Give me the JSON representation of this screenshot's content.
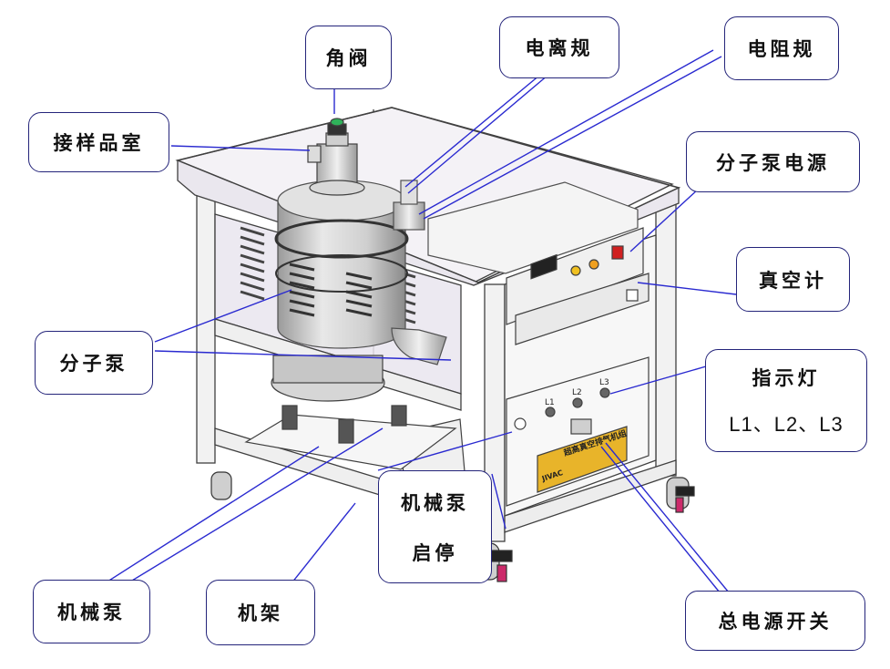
{
  "labels": {
    "angle_valve": "角阀",
    "ion_gauge": "电离规",
    "resistance_gauge": "电阻规",
    "sample_chamber": "接样品室",
    "turbo_power": "分子泵电源",
    "vacuum_gauge": "真空计",
    "turbo_pump": "分子泵",
    "indicator": "指示灯",
    "indicator_ids": "L1、L2、L3",
    "mech_pump_switch": "机械泵",
    "mech_pump_switch_2": "启停",
    "mech_pump": "机械泵",
    "frame": "机架",
    "main_power": "总电源开关"
  },
  "machine": {
    "panel_l1": "L1",
    "panel_l2": "L2",
    "panel_l3": "L3",
    "brand_text": "超高真空排气机组",
    "brand_logo": "JIVAC"
  },
  "colors": {
    "callout_border": "#24247a",
    "leader_line": "#2a2ad0",
    "outline": "#404040",
    "glass": "#e9e5ef",
    "brand_plate": "#e8b42a",
    "power_switch": "#d02020"
  }
}
